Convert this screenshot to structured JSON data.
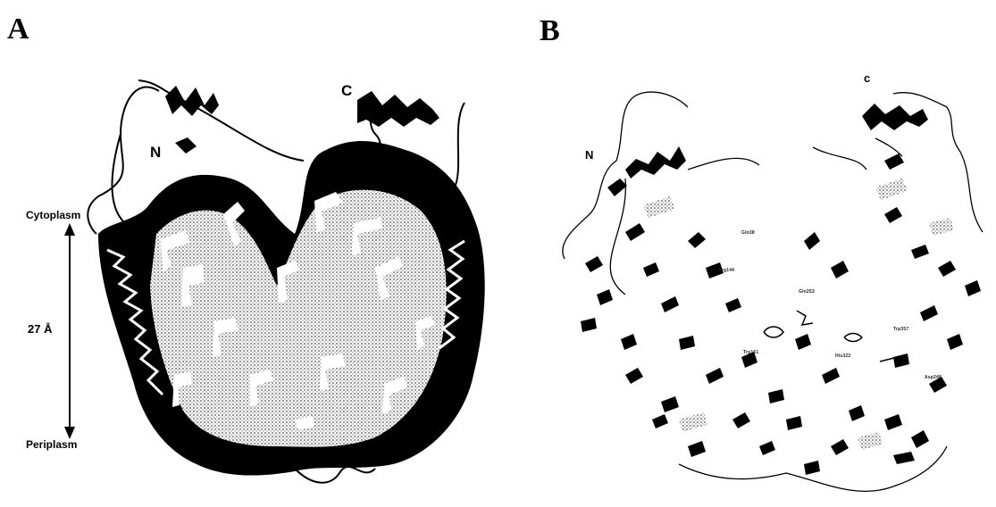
{
  "panels": {
    "a": {
      "letter": "A",
      "n_terminus": "N",
      "c_terminus": "C",
      "top_side": "Cytoplasm",
      "bottom_side": "Periplasm",
      "thickness": "27 Å"
    },
    "b": {
      "letter": "B",
      "n_terminus": "N",
      "c_terminus": "c",
      "residues": [
        "Gln38",
        "Arg144",
        "Gln253",
        "Trp357",
        "Trp161",
        "His322",
        "Asp248"
      ]
    }
  },
  "colors": {
    "ink": "#000000",
    "shade": "#6e6e6e",
    "paper": "#ffffff"
  }
}
